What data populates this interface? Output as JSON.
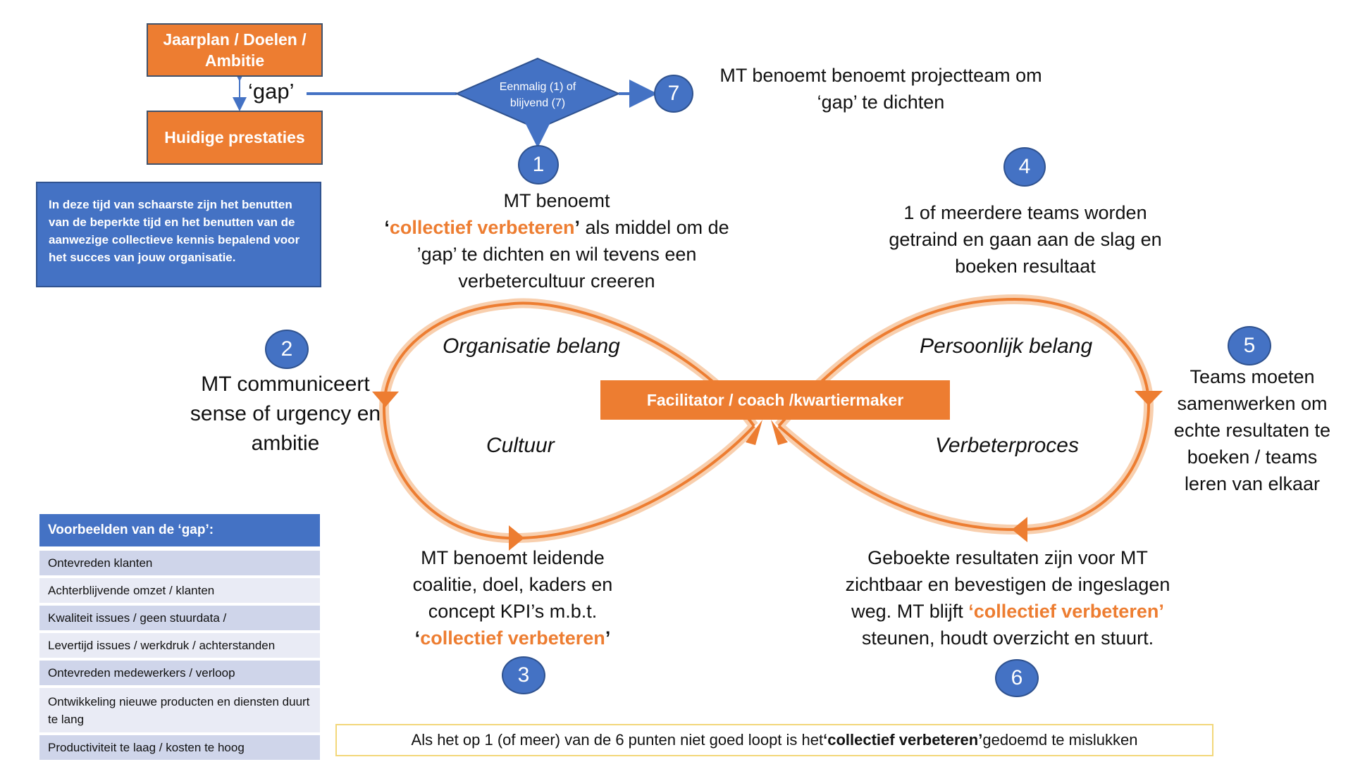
{
  "colors": {
    "orange": "#ED7D31",
    "blue": "#4472C4",
    "footer_border": "#f2d77a"
  },
  "top_boxes": {
    "goals": "Jaarplan / Doelen / Ambitie",
    "current": "Huidige prestaties",
    "gap_label": "‘gap’"
  },
  "decision": {
    "text_line1": "Eenmalig (1) of",
    "text_line2": "blijvend (7)"
  },
  "info_box": "In deze tijd van schaarste zijn het benutten van de beperkte tijd en het benutten van de aanwezige collectieve kennis bepalend voor het succes van jouw organisatie.",
  "steps": {
    "s7": {
      "num": "7",
      "text": "MT benoemt benoemt projectteam om ‘gap’ te dichten"
    },
    "s1": {
      "num": "1",
      "line1": "MT benoemt",
      "q_open": "‘",
      "highlight": "collectief verbeteren",
      "q_close": "’",
      "rest": " als middel om de ’gap’ te dichten en wil tevens een verbetercultuur creeren"
    },
    "s2": {
      "num": "2",
      "text": "MT communiceert sense of urgency en ambitie"
    },
    "s3": {
      "num": "3",
      "text": "MT benoemt leidende coalitie, doel, kaders  en concept KPI’s m.b.t.",
      "q_open": "‘",
      "highlight": "collectief verbeteren",
      "q_close": "’"
    },
    "s4": {
      "num": "4",
      "text": "1 of meerdere teams worden getraind en gaan aan de slag en boeken resultaat"
    },
    "s5": {
      "num": "5",
      "text": "Teams moeten samenwerken om echte resultaten te boeken / teams leren van elkaar"
    },
    "s6": {
      "num": "6",
      "before": "Geboekte resultaten zijn voor MT zichtbaar en bevestigen de ingeslagen weg. MT blijft ",
      "highlight": "‘collectief verbeteren’",
      "after": " steunen, houdt overzicht  en stuurt."
    }
  },
  "loop_labels": {
    "top_left": "Organisatie belang",
    "bottom_left": "Cultuur",
    "top_right": "Persoonlijk belang",
    "bottom_right": "Verbeterproces"
  },
  "facilitator": "Facilitator / coach /kwartiermaker",
  "gap_examples": {
    "header": "Voorbeelden van de ‘gap’:",
    "items": [
      "Ontevreden klanten",
      "Achterblijvende omzet / klanten",
      "Kwaliteit issues / geen stuurdata /",
      "Levertijd issues / werkdruk / achterstanden",
      "Ontevreden medewerkers / verloop",
      "Ontwikkeling nieuwe producten en diensten duurt te lang",
      "Productiviteit te laag / kosten te hoog"
    ]
  },
  "footer": {
    "before": "Als het op 1 (of meer) van de 6 punten niet goed loopt is het ",
    "bold": "‘collectief verbeteren’",
    "after": " gedoemd te mislukken"
  }
}
